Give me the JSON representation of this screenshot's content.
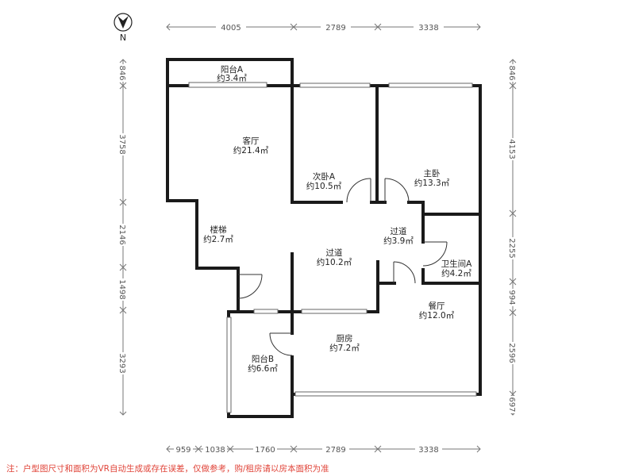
{
  "compass": {
    "label": "N"
  },
  "rooms": {
    "balcony_a": {
      "name": "阳台A",
      "area": "约3.4㎡"
    },
    "living": {
      "name": "客厅",
      "area": "约21.4㎡"
    },
    "bedroom2": {
      "name": "次卧A",
      "area": "约10.5㎡"
    },
    "master": {
      "name": "主卧",
      "area": "约13.3㎡"
    },
    "stairs": {
      "name": "楼梯",
      "area": "约2.7㎡"
    },
    "corridor_small": {
      "name": "过道",
      "area": "约3.9㎡"
    },
    "corridor": {
      "name": "过道",
      "area": "约10.2㎡"
    },
    "bathroom": {
      "name": "卫生间A",
      "area": "约4.2㎡"
    },
    "dining": {
      "name": "餐厅",
      "area": "约12.0㎡"
    },
    "kitchen": {
      "name": "厨房",
      "area": "约7.2㎡"
    },
    "balcony_b": {
      "name": "阳台B",
      "area": "约6.6㎡"
    }
  },
  "dims": {
    "top": [
      "4005",
      "2789",
      "3338"
    ],
    "bottom": [
      "959",
      "1038",
      "1760",
      "2789",
      "3338"
    ],
    "left": [
      "846",
      "3758",
      "2146",
      "1498",
      "3293"
    ],
    "right": [
      "846",
      "4153",
      "2255",
      "994",
      "2596",
      "697"
    ]
  },
  "note": "注：户型图尺寸和面积为VR自动生成或存在误差，仅做参考，购/租房请以房本面积为准"
}
